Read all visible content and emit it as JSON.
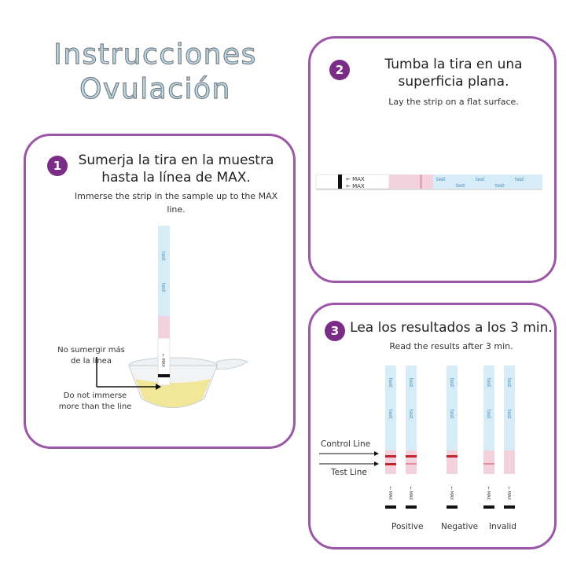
{
  "title": {
    "line1": "Instrucciones",
    "line2": "Ovulación"
  },
  "steps": [
    {
      "number": "1",
      "heading_es": "Sumerja la tira en la muestra hasta la línea de MAX.",
      "heading_en": "Immerse the strip in the sample up to the MAX line.",
      "note_es": "No sumergir más de la línea",
      "note_en": "Do not immerse more than the line"
    },
    {
      "number": "2",
      "heading_es": "Tumba la tira en una superficia plana.",
      "heading_en": "Lay the strip on a flat surface."
    },
    {
      "number": "3",
      "heading_es": "Lea los resultados a los 3 min.",
      "heading_en": "Read the results after 3 min.",
      "control_line": "Control Line",
      "test_line": "Test Line",
      "results": [
        "Positive",
        "Negative",
        "Invalid"
      ]
    }
  ],
  "strip": {
    "brand": "test",
    "max_label": "← MAX"
  },
  "colors": {
    "border": "#9c56a8",
    "badge": "#7a2d86",
    "title_fill": "#b9dbee",
    "strip_blue": "#d6ecf7",
    "pad_pink": "#f2d2dd",
    "result_red": "#c4222e"
  }
}
